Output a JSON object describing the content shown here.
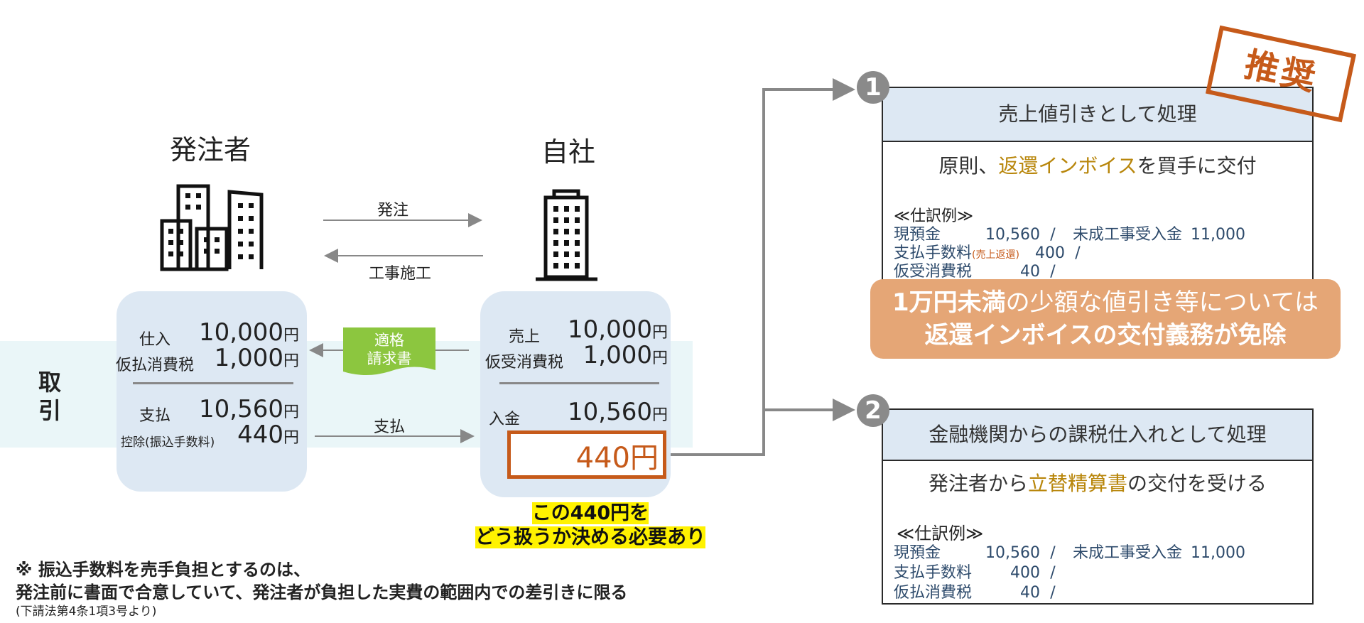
{
  "band": {
    "label": "取引"
  },
  "left": {
    "title": "発注者",
    "rows": [
      {
        "label": "仕入",
        "value": "10,000",
        "unit": "円"
      },
      {
        "label": "仮払消費税",
        "value": "1,000",
        "unit": "円"
      },
      {
        "label": "支払",
        "value": "10,560",
        "unit": "円"
      },
      {
        "label": "控除(振込手数料)",
        "value": "440",
        "unit": "円"
      }
    ]
  },
  "right": {
    "title": "自社",
    "rows": [
      {
        "label": "売上",
        "value": "10,000",
        "unit": "円"
      },
      {
        "label": "仮受消費税",
        "value": "1,000",
        "unit": "円"
      },
      {
        "label": "入金",
        "value": "10,560",
        "unit": "円"
      }
    ],
    "highlight": "440円"
  },
  "arrows": {
    "order": "発注",
    "work": "工事施工",
    "invoice": "適格\n請求書",
    "payment": "支払"
  },
  "callout": {
    "line1": "この440円を",
    "line2": "どう扱うか決める必要あり"
  },
  "note": {
    "line1": "※ 振込手数料を売手負担とするのは、",
    "line2": "発注前に書面で合意していて、発注者が負担した実費の範囲内での差引きに限る",
    "line3": "(下請法第4条1項3号より)"
  },
  "stamp": "推奨",
  "option1": {
    "number": "1",
    "title": "売上値引きとして処理",
    "sub_pre": "原則、",
    "sub_hl": "返還インボイス",
    "sub_post": "を買手に交付",
    "example_label": "≪仕訳例≫",
    "entries": [
      {
        "debit": "現預金",
        "note": "",
        "amount": "10,560",
        "slash": "/",
        "credit": "未成工事受入金",
        "credit_amount": "11,000"
      },
      {
        "debit": "支払手数料",
        "note": "(売上返還)",
        "amount": "400",
        "slash": "/",
        "credit": "",
        "credit_amount": ""
      },
      {
        "debit": "仮受消費税",
        "note": "",
        "amount": "40",
        "slash": "/",
        "credit": "",
        "credit_amount": ""
      }
    ],
    "banner_line1_hl": "1万円未満",
    "banner_line1_rest": "の少額な値引き等については",
    "banner_line2": "返還インボイスの交付義務が免除"
  },
  "option2": {
    "number": "2",
    "title": "金融機関からの課税仕入れとして処理",
    "sub_pre": "発注者から",
    "sub_hl": "立替精算書",
    "sub_post": "の交付を受ける",
    "example_label": "≪仕訳例≫",
    "entries": [
      {
        "debit": "現預金",
        "amount": "10,560",
        "slash": "/",
        "credit": "未成工事受入金",
        "credit_amount": "11,000"
      },
      {
        "debit": "支払手数料",
        "amount": "400",
        "slash": "/",
        "credit": "",
        "credit_amount": ""
      },
      {
        "debit": "仮払消費税",
        "amount": "40",
        "slash": "/",
        "credit": "",
        "credit_amount": ""
      }
    ]
  },
  "colors": {
    "accent": "#c65a1a",
    "panel": "#dde8f3",
    "band": "#eaf6f8",
    "invoice": "#8cc63f",
    "banner": "#e5a676",
    "highlight_text": "#b8860b"
  }
}
